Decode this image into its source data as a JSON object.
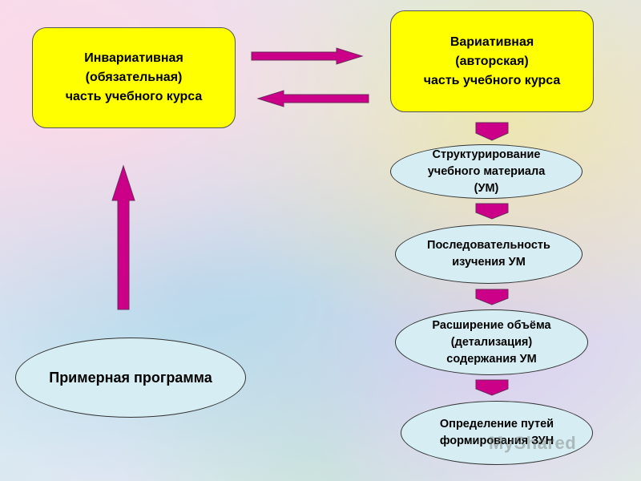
{
  "boxes": {
    "invariant": "Инвариативная\n(обязательная)\nчасть учебного курса",
    "variant": "Вариативная\n(авторская)\nчасть учебного курса"
  },
  "steps": [
    "Структурирование\nучебного материала\n(УМ)",
    "Последовательность\nизучения УМ",
    "Расширение объёма\n(детализация)\nсодержания УМ",
    "Определение путей\nформирования ЗУН"
  ],
  "program": "Примерная программа",
  "watermark": "MyShared",
  "colors": {
    "box_fill": "#ffff00",
    "oval_fill": "#d6eef3",
    "arrow_fill": "#cc0088"
  }
}
